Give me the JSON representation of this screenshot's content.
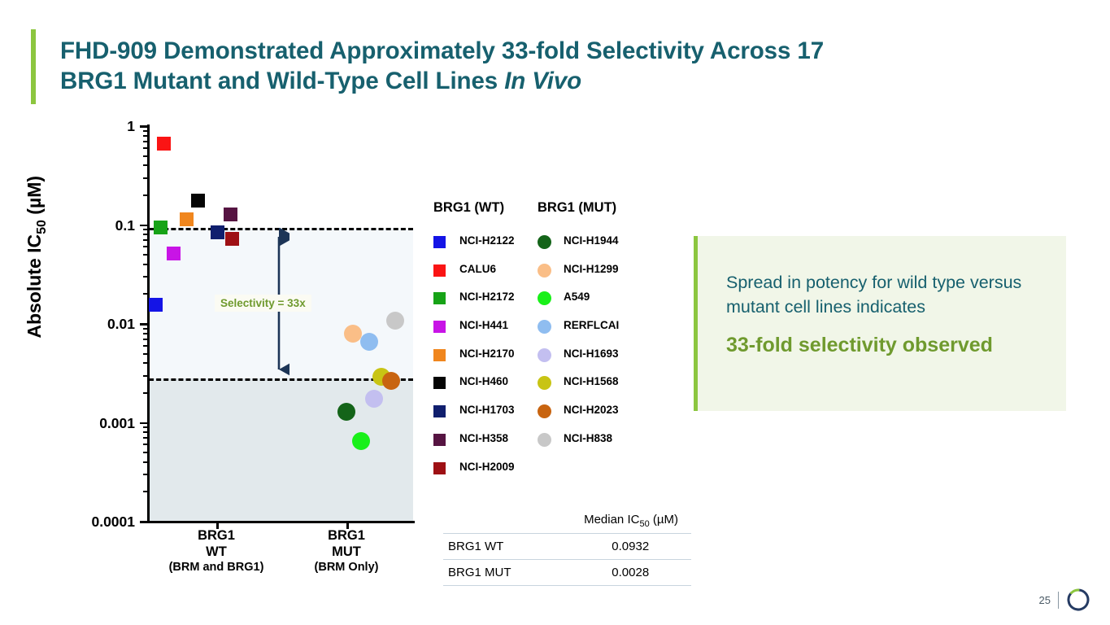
{
  "slide": {
    "title_line1": "FHD-909 Demonstrated Approximately 33-fold Selectivity Across 17",
    "title_line2_pre": "BRG1 Mutant and Wild-Type Cell Lines ",
    "title_line2_italic": "In Vivo",
    "page_number": "25",
    "accent_green": "#8cc63f",
    "title_teal": "#17606e",
    "callout_green": "#6f9a2e"
  },
  "callout": {
    "line1": "Spread in potency for wild type versus mutant cell lines indicates",
    "line2": "33-fold selectivity observed"
  },
  "legend": {
    "wt_header": "BRG1 (WT)",
    "mut_header": "BRG1 (MUT)"
  },
  "median_table": {
    "header": "Median IC",
    "header_sub": "50",
    "header_unit": " (µM)",
    "rows": [
      {
        "group": "BRG1 WT",
        "median": "0.0932"
      },
      {
        "group": "BRG1 MUT",
        "median": "0.0028"
      }
    ]
  },
  "chart_data": {
    "type": "scatter",
    "title": "",
    "xlabel": "",
    "ylabel": "Absolute IC50 (µM)",
    "ylabel_text": "Absolute IC",
    "ylabel_sub": "50",
    "ylabel_unit": " (µM)",
    "yscale": "log",
    "ylim": [
      0.0001,
      1
    ],
    "ytick_labels": [
      "1",
      "0.1",
      "0.01",
      "0.001",
      "0.0001"
    ],
    "ytick_values": [
      1,
      0.1,
      0.01,
      0.001,
      0.0001
    ],
    "grid": false,
    "legend_position": "right",
    "annotations": [
      {
        "name": "selectivity-label",
        "text": "Selectivity = 33x",
        "color": "#6f9a2e"
      }
    ],
    "reference_lines": [
      {
        "name": "median-wt-line",
        "value": 0.0932,
        "style": "dashed",
        "color": "#000000"
      },
      {
        "name": "median-mut-line",
        "value": 0.0028,
        "style": "dashed",
        "color": "#000000"
      }
    ],
    "categories": [
      {
        "key": "wt",
        "label_line1": "BRG1",
        "label_line2": "WT",
        "label_line3": "(BRM and BRG1)"
      },
      {
        "key": "mut",
        "label_line1": "BRG1",
        "label_line2": "MUT",
        "label_line3": "(BRM Only)"
      }
    ],
    "series": [
      {
        "name": "BRG1 (WT)",
        "marker": "square",
        "category": "wt",
        "points": [
          {
            "label": "NCI-H2122",
            "color": "#1414e6",
            "value": 0.0155,
            "x_off": 8
          },
          {
            "label": "CALU6",
            "color": "#fa1414",
            "value": 0.66,
            "x_off": 18
          },
          {
            "label": "NCI-H2172",
            "color": "#17a317",
            "value": 0.095,
            "x_off": 14
          },
          {
            "label": "NCI-H441",
            "color": "#c814e6",
            "value": 0.052,
            "x_off": 30
          },
          {
            "label": "NCI-H2170",
            "color": "#f0861e",
            "value": 0.115,
            "x_off": 46
          },
          {
            "label": "NCI-H460",
            "color": "#050505",
            "value": 0.175,
            "x_off": 60
          },
          {
            "label": "NCI-H1703",
            "color": "#101f6e",
            "value": 0.085,
            "x_off": 84
          },
          {
            "label": "NCI-H358",
            "color": "#561442",
            "value": 0.128,
            "x_off": 100
          },
          {
            "label": "NCI-H2009",
            "color": "#9e1014",
            "value": 0.072,
            "x_off": 102
          }
        ]
      },
      {
        "name": "BRG1 (MUT)",
        "marker": "circle",
        "category": "mut",
        "points": [
          {
            "label": "NCI-H1944",
            "color": "#146419",
            "value": 0.00128,
            "x_off": 243
          },
          {
            "label": "NCI-H1299",
            "color": "#fabe87",
            "value": 0.0079,
            "x_off": 251
          },
          {
            "label": "A549",
            "color": "#19f019",
            "value": 0.00065,
            "x_off": 261
          },
          {
            "label": "RERFLCAI",
            "color": "#8fbdf0",
            "value": 0.0066,
            "x_off": 271
          },
          {
            "label": "NCI-H1693",
            "color": "#c3bff0",
            "value": 0.00175,
            "x_off": 277
          },
          {
            "label": "NCI-H1568",
            "color": "#c8c414",
            "value": 0.0029,
            "x_off": 286
          },
          {
            "label": "NCI-H2023",
            "color": "#c86410",
            "value": 0.00265,
            "x_off": 298
          },
          {
            "label": "NCI-H838",
            "color": "#c8c8c8",
            "value": 0.0108,
            "x_off": 303
          }
        ]
      }
    ]
  }
}
